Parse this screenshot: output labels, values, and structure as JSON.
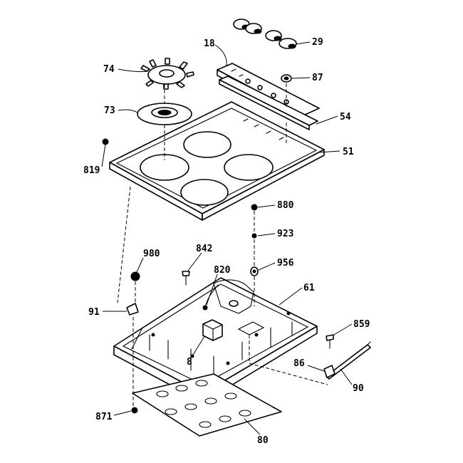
{
  "callouts": {
    "c18": "18",
    "c29": "29",
    "c74": "74",
    "c87": "87",
    "c73": "73",
    "c54": "54",
    "c51": "51",
    "c819": "819",
    "c880": "880",
    "c923": "923",
    "c980": "980",
    "c842": "842",
    "c820": "820",
    "c956": "956",
    "c61": "61",
    "c91": "91",
    "c859": "859",
    "c8": "8",
    "c86": "86",
    "c90": "90",
    "c871": "871",
    "c80": "80"
  },
  "colors": {
    "ink": "#000000",
    "paper": "#ffffff"
  }
}
